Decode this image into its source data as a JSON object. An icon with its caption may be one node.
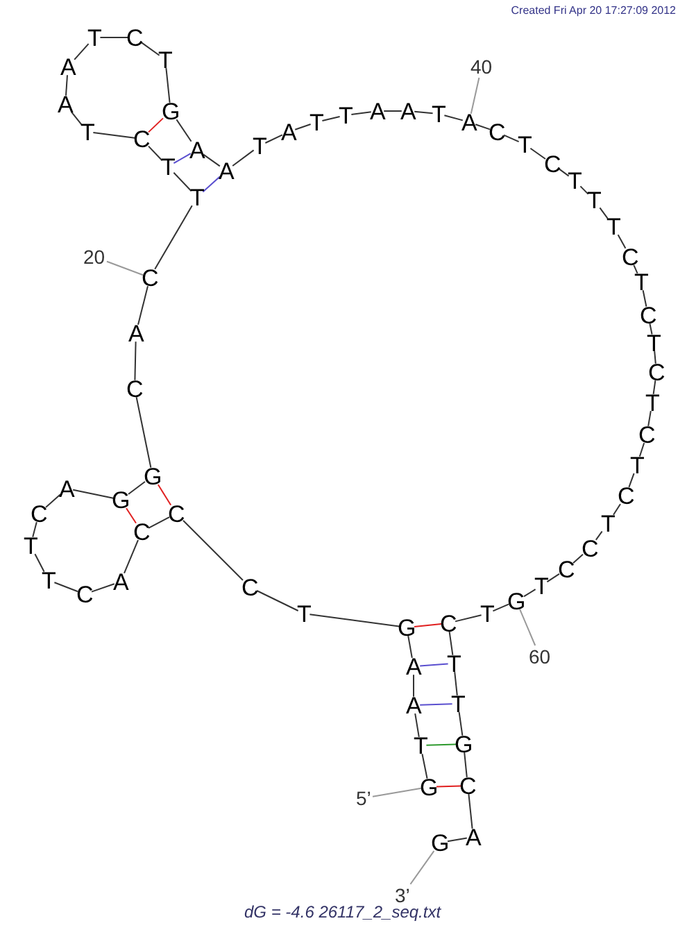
{
  "diagram": {
    "caption": "dG = -4.6 26117_2_seq.txt",
    "nodes": [
      {
        "text": [
          "G"
        ]
      },
      {
        "text": [
          "T"
        ]
      },
      {
        "text": [
          "A"
        ]
      },
      {
        "text": [
          "A"
        ]
      },
      {
        "text": [
          "G"
        ]
      },
      {
        "text": [
          "T"
        ]
      },
      {
        "text": [
          "C"
        ]
      },
      {
        "text": [
          "C"
        ]
      },
      {
        "text": [
          "C"
        ]
      },
      {
        "text": [
          "A"
        ]
      },
      {
        "text": [
          "C"
        ]
      },
      {
        "text": [
          "T"
        ]
      },
      {
        "text": [
          "T"
        ]
      },
      {
        "text": [
          "C"
        ]
      },
      {
        "text": [
          "A"
        ]
      },
      {
        "text": [
          "G"
        ]
      },
      {
        "text": [
          "G"
        ]
      },
      {
        "text": [
          "C"
        ]
      },
      {
        "text": [
          "A"
        ]
      },
      {
        "text": [
          "C"
        ]
      },
      {
        "text": [
          "T"
        ]
      },
      {
        "text": [
          "T"
        ]
      },
      {
        "text": [
          "C"
        ]
      },
      {
        "text": [
          "T"
        ]
      },
      {
        "text": [
          "A"
        ]
      },
      {
        "text": [
          "A"
        ]
      },
      {
        "text": [
          "T"
        ]
      },
      {
        "text": [
          "C"
        ]
      },
      {
        "text": [
          "T"
        ]
      },
      {
        "text": [
          "G"
        ]
      },
      {
        "text": [
          "A"
        ]
      },
      {
        "text": [
          "A"
        ]
      },
      {
        "text": [
          "T"
        ]
      },
      {
        "text": [
          "A"
        ]
      },
      {
        "text": [
          "T"
        ]
      },
      {
        "text": [
          "T"
        ]
      },
      {
        "text": [
          "A"
        ]
      },
      {
        "text": [
          "A"
        ]
      },
      {
        "text": [
          "T"
        ]
      },
      {
        "text": [
          "A"
        ]
      },
      {
        "text": [
          "C"
        ]
      },
      {
        "text": [
          "T"
        ]
      },
      {
        "text": [
          "C"
        ]
      },
      {
        "text": [
          "T"
        ]
      },
      {
        "text": [
          "T"
        ]
      },
      {
        "text": [
          "T"
        ]
      },
      {
        "text": [
          "C"
        ]
      },
      {
        "text": [
          "T"
        ]
      },
      {
        "text": [
          "C"
        ]
      },
      {
        "text": [
          "T"
        ]
      },
      {
        "text": [
          "C"
        ]
      },
      {
        "text": [
          "T"
        ]
      },
      {
        "text": [
          "C"
        ]
      },
      {
        "text": [
          "T"
        ]
      },
      {
        "text": [
          "C"
        ]
      },
      {
        "text": [
          "T"
        ]
      },
      {
        "text": [
          "C"
        ]
      },
      {
        "text": [
          "C"
        ]
      },
      {
        "text": [
          "T"
        ]
      },
      {
        "text": [
          "G"
        ]
      },
      {
        "text": [
          "T"
        ]
      },
      {
        "text": [
          "C"
        ]
      },
      {
        "text": [
          "T"
        ]
      },
      {
        "text": [
          "T"
        ]
      },
      {
        "text": [
          "G"
        ]
      },
      {
        "text": [
          "C"
        ]
      },
      {
        "text": [
          "A"
        ]
      },
      {
        "text": [
          "G"
        ]
      },
      {
        "text": [
          "20"
        ]
      },
      {
        "text": [
          "40"
        ]
      },
      {
        "text": [
          "60"
        ]
      },
      {
        "text": [
          "5’"
        ]
      },
      {
        "text": [
          "3’"
        ]
      }
    ],
    "edges": [
      {
        "from": 0,
        "to": 1,
        "arrow": "none"
      },
      {
        "from": 1,
        "to": 2,
        "arrow": "none"
      },
      {
        "from": 2,
        "to": 3,
        "arrow": "none"
      },
      {
        "from": 3,
        "to": 4,
        "arrow": "none"
      },
      {
        "from": 4,
        "to": 5,
        "arrow": "none"
      },
      {
        "from": 5,
        "to": 6,
        "arrow": "none"
      },
      {
        "from": 6,
        "to": 7,
        "arrow": "none"
      },
      {
        "from": 7,
        "to": 8,
        "arrow": "none"
      },
      {
        "from": 8,
        "to": 9,
        "arrow": "none"
      },
      {
        "from": 9,
        "to": 10,
        "arrow": "none"
      },
      {
        "from": 10,
        "to": 11,
        "arrow": "none"
      },
      {
        "from": 11,
        "to": 12,
        "arrow": "none"
      },
      {
        "from": 12,
        "to": 13,
        "arrow": "none"
      },
      {
        "from": 13,
        "to": 14,
        "arrow": "none"
      },
      {
        "from": 14,
        "to": 15,
        "arrow": "none"
      },
      {
        "from": 15,
        "to": 16,
        "arrow": "none"
      },
      {
        "from": 16,
        "to": 17,
        "arrow": "none"
      },
      {
        "from": 17,
        "to": 18,
        "arrow": "none"
      },
      {
        "from": 18,
        "to": 19,
        "arrow": "none"
      },
      {
        "from": 19,
        "to": 20,
        "arrow": "none"
      },
      {
        "from": 20,
        "to": 21,
        "arrow": "none"
      },
      {
        "from": 21,
        "to": 22,
        "arrow": "none"
      },
      {
        "from": 22,
        "to": 23,
        "arrow": "none"
      },
      {
        "from": 23,
        "to": 24,
        "arrow": "none"
      },
      {
        "from": 24,
        "to": 25,
        "arrow": "none"
      },
      {
        "from": 25,
        "to": 26,
        "arrow": "none"
      },
      {
        "from": 26,
        "to": 27,
        "arrow": "none"
      },
      {
        "from": 27,
        "to": 28,
        "arrow": "none"
      },
      {
        "from": 28,
        "to": 29,
        "arrow": "none"
      },
      {
        "from": 29,
        "to": 30,
        "arrow": "none"
      },
      {
        "from": 30,
        "to": 31,
        "arrow": "none"
      },
      {
        "from": 31,
        "to": 32,
        "arrow": "none"
      },
      {
        "from": 32,
        "to": 33,
        "arrow": "none"
      },
      {
        "from": 33,
        "to": 34,
        "arrow": "none"
      },
      {
        "from": 34,
        "to": 35,
        "arrow": "none"
      },
      {
        "from": 35,
        "to": 36,
        "arrow": "none"
      },
      {
        "from": 36,
        "to": 37,
        "arrow": "none"
      },
      {
        "from": 37,
        "to": 38,
        "arrow": "none"
      },
      {
        "from": 38,
        "to": 39,
        "arrow": "none"
      },
      {
        "from": 39,
        "to": 40,
        "arrow": "none"
      },
      {
        "from": 40,
        "to": 41,
        "arrow": "none"
      },
      {
        "from": 41,
        "to": 42,
        "arrow": "none"
      },
      {
        "from": 42,
        "to": 43,
        "arrow": "none"
      },
      {
        "from": 43,
        "to": 44,
        "arrow": "none"
      },
      {
        "from": 44,
        "to": 45,
        "arrow": "none"
      },
      {
        "from": 45,
        "to": 46,
        "arrow": "none"
      },
      {
        "from": 46,
        "to": 47,
        "arrow": "none"
      },
      {
        "from": 47,
        "to": 48,
        "arrow": "none"
      },
      {
        "from": 48,
        "to": 49,
        "arrow": "none"
      },
      {
        "from": 49,
        "to": 50,
        "arrow": "none"
      },
      {
        "from": 50,
        "to": 51,
        "arrow": "none"
      },
      {
        "from": 51,
        "to": 52,
        "arrow": "none"
      },
      {
        "from": 52,
        "to": 53,
        "arrow": "none"
      },
      {
        "from": 53,
        "to": 54,
        "arrow": "none"
      },
      {
        "from": 54,
        "to": 55,
        "arrow": "none"
      },
      {
        "from": 55,
        "to": 56,
        "arrow": "none"
      },
      {
        "from": 56,
        "to": 57,
        "arrow": "none"
      },
      {
        "from": 57,
        "to": 58,
        "arrow": "none"
      },
      {
        "from": 58,
        "to": 59,
        "arrow": "none"
      },
      {
        "from": 59,
        "to": 60,
        "arrow": "none"
      },
      {
        "from": 60,
        "to": 61,
        "arrow": "none"
      },
      {
        "from": 61,
        "to": 62,
        "arrow": "none"
      },
      {
        "from": 62,
        "to": 63,
        "arrow": "none"
      },
      {
        "from": 63,
        "to": 64,
        "arrow": "none"
      },
      {
        "from": 64,
        "to": 65,
        "arrow": "none"
      },
      {
        "from": 65,
        "to": 66,
        "arrow": "none"
      },
      {
        "from": 66,
        "to": 67,
        "arrow": "none"
      },
      {
        "from": 0,
        "to": 65,
        "arrow": "none",
        "color": "#e02020"
      },
      {
        "from": 1,
        "to": 64,
        "arrow": "none",
        "color": "#2e9a2e"
      },
      {
        "from": 2,
        "to": 63,
        "arrow": "none",
        "color": "#5a4fcf"
      },
      {
        "from": 3,
        "to": 62,
        "arrow": "none",
        "color": "#5a4fcf"
      },
      {
        "from": 4,
        "to": 61,
        "arrow": "none",
        "color": "#e02020"
      },
      {
        "from": 15,
        "to": 8,
        "arrow": "none",
        "color": "#e02020"
      },
      {
        "from": 16,
        "to": 7,
        "arrow": "none",
        "color": "#e02020"
      },
      {
        "from": 29,
        "to": 22,
        "arrow": "none",
        "color": "#e02020"
      },
      {
        "from": 30,
        "to": 21,
        "arrow": "none",
        "color": "#5a4fcf"
      },
      {
        "from": 31,
        "to": 20,
        "arrow": "none",
        "color": "#5a4fcf"
      },
      {
        "from": 68,
        "to": 19,
        "arrow": "none",
        "color": "#999999"
      },
      {
        "from": 69,
        "to": 39,
        "arrow": "none",
        "color": "#999999"
      },
      {
        "from": 70,
        "to": 59,
        "arrow": "none",
        "color": "#999999"
      },
      {
        "from": 71,
        "to": 0,
        "arrow": "none",
        "color": "#999999"
      },
      {
        "from": 72,
        "to": 67,
        "arrow": "none",
        "color": "#999999"
      }
    ],
    "labels": [
      "Created Fri Apr 20 17:27:09 2012"
    ]
  }
}
